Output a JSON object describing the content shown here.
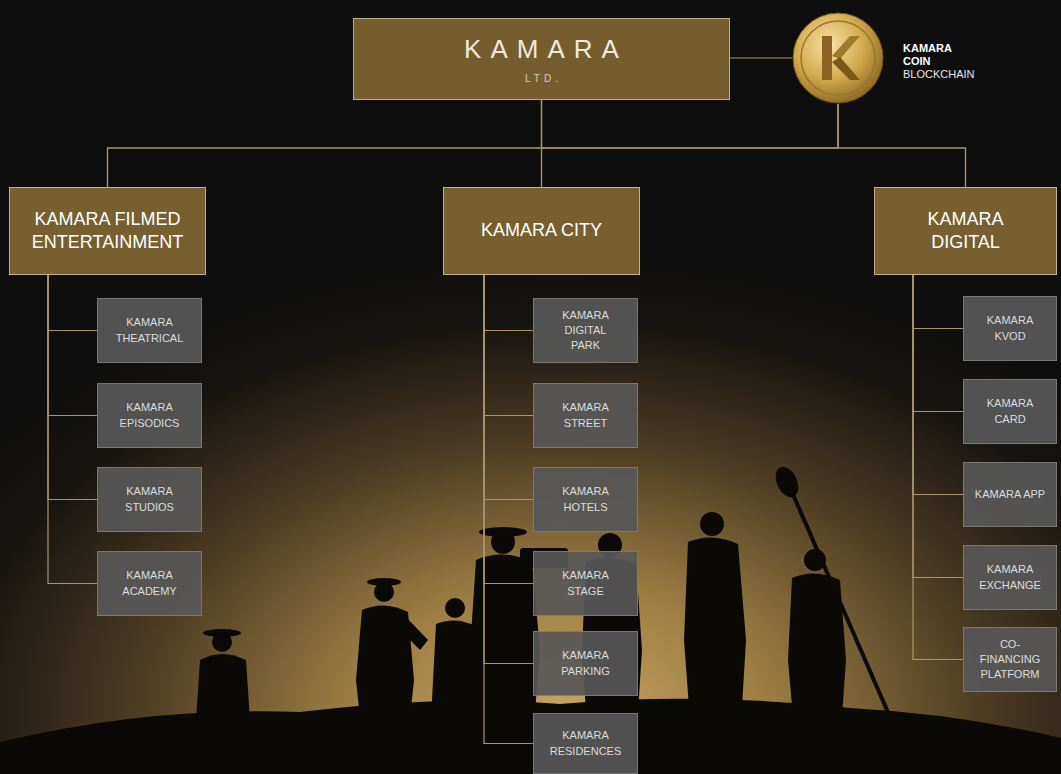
{
  "diagram": {
    "nodes": [
      {
        "text": [
          "KAMARA",
          "LTD."
        ]
      },
      {
        "text": [
          "KAMARA COIN",
          "BLOCKCHAIN"
        ]
      },
      {
        "text": [
          "KAMARA FILMED ENTERTAINMENT"
        ]
      },
      {
        "text": [
          "KAMARA CITY"
        ]
      },
      {
        "text": [
          "KAMARA DIGITAL"
        ]
      },
      {
        "text": [
          "KAMARA THEATRICAL"
        ]
      },
      {
        "text": [
          "KAMARA EPISODICS"
        ]
      },
      {
        "text": [
          "KAMARA STUDIOS"
        ]
      },
      {
        "text": [
          "KAMARA ACADEMY"
        ]
      },
      {
        "text": [
          "KAMARA DIGITAL PARK"
        ]
      },
      {
        "text": [
          "KAMARA STREET"
        ]
      },
      {
        "text": [
          "KAMARA HOTELS"
        ]
      },
      {
        "text": [
          "KAMARA STAGE"
        ]
      },
      {
        "text": [
          "KAMARA PARKING"
        ]
      },
      {
        "text": [
          "KAMARA RESIDENCES"
        ]
      },
      {
        "text": [
          "KAMARA KVOD"
        ]
      },
      {
        "text": [
          "KAMARA CARD"
        ]
      },
      {
        "text": [
          "KAMARA APP"
        ]
      },
      {
        "text": [
          "KAMARA EXCHANGE"
        ]
      },
      {
        "text": [
          "CO-FINANCING PLATFORM"
        ]
      }
    ],
    "edges": [
      {
        "from": 0,
        "to": 1,
        "arrow": "none"
      },
      {
        "from": 0,
        "to": 2,
        "arrow": "none"
      },
      {
        "from": 0,
        "to": 3,
        "arrow": "none"
      },
      {
        "from": 0,
        "to": 4,
        "arrow": "none"
      },
      {
        "from": 1,
        "to": 2,
        "arrow": "none"
      },
      {
        "from": 1,
        "to": 3,
        "arrow": "none"
      },
      {
        "from": 1,
        "to": 4,
        "arrow": "none"
      },
      {
        "from": 2,
        "to": 5,
        "arrow": "none"
      },
      {
        "from": 2,
        "to": 6,
        "arrow": "none"
      },
      {
        "from": 2,
        "to": 7,
        "arrow": "none"
      },
      {
        "from": 2,
        "to": 8,
        "arrow": "none"
      },
      {
        "from": 3,
        "to": 9,
        "arrow": "none"
      },
      {
        "from": 3,
        "to": 10,
        "arrow": "none"
      },
      {
        "from": 3,
        "to": 11,
        "arrow": "none"
      },
      {
        "from": 3,
        "to": 12,
        "arrow": "none"
      },
      {
        "from": 3,
        "to": 13,
        "arrow": "none"
      },
      {
        "from": 3,
        "to": 14,
        "arrow": "none"
      },
      {
        "from": 4,
        "to": 15,
        "arrow": "none"
      },
      {
        "from": 4,
        "to": 16,
        "arrow": "none"
      },
      {
        "from": 4,
        "to": 17,
        "arrow": "none"
      },
      {
        "from": 4,
        "to": 18,
        "arrow": "none"
      },
      {
        "from": 4,
        "to": 19,
        "arrow": "none"
      }
    ]
  }
}
